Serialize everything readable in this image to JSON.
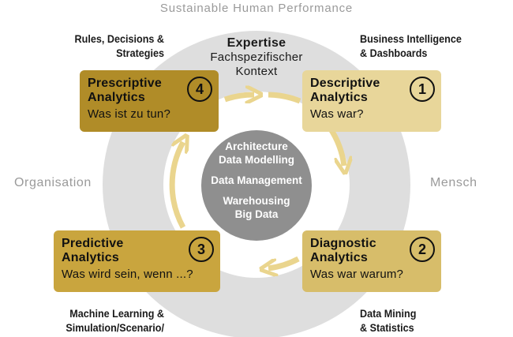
{
  "title": "Sustainable Human Performance",
  "left_label": "Organisation",
  "right_label": "Mensch",
  "top_center": {
    "line1": "Expertise",
    "line2": "Fachspezifischer",
    "line3": "Kontext"
  },
  "corners": {
    "top_left": [
      "Rules, Decisions &",
      "Strategies"
    ],
    "top_right": [
      "Business Intelligence",
      "& Dashboards"
    ],
    "bottom_left": [
      "Machine Learning &",
      "Simulation/Scenario/"
    ],
    "bottom_right": [
      "Data Mining",
      "& Statistics"
    ]
  },
  "cards": {
    "descriptive": {
      "name1": "Descriptive",
      "name2": "Analytics",
      "question": "Was war?",
      "number": "1",
      "color": "#e8d69a"
    },
    "diagnostic": {
      "name1": "Diagnostic",
      "name2": "Analytics",
      "question": "Was war warum?",
      "number": "2",
      "color": "#d7bd6a"
    },
    "predictive": {
      "name1": "Predictive",
      "name2": "Analytics",
      "question": "Was wird sein, wenn ...?",
      "number": "3",
      "color": "#c9a53e"
    },
    "prescriptive": {
      "name1": "Prescriptive",
      "name2": "Analytics",
      "question": "Was ist zu tun?",
      "number": "4",
      "color": "#b08c28"
    }
  },
  "hub": {
    "line1": "Architecture",
    "line2": "Data Modelling",
    "line3": "Data Management",
    "line4": "Warehousing",
    "line5": "Big Data"
  },
  "colors": {
    "ring": "#dedede",
    "hub": "#8f8f8f",
    "arrow": "#ead58e"
  }
}
